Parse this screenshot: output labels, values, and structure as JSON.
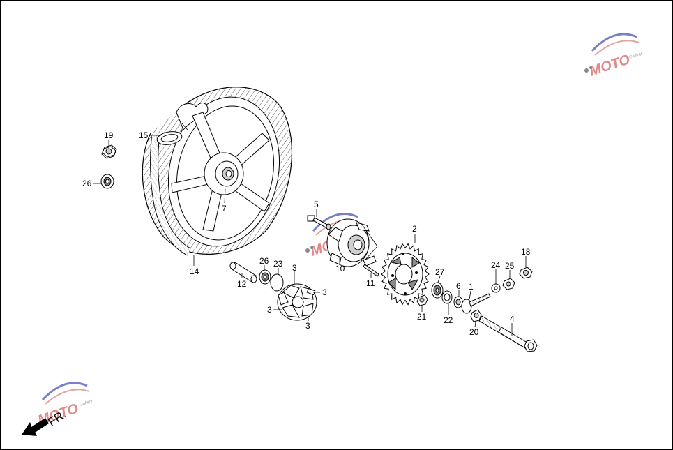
{
  "diagram": {
    "direction_label": "FR.",
    "watermark": {
      "brand": "MOTO",
      "sub": "Gallery",
      "colors": {
        "blue": "#7a7fc8",
        "red": "#e0a6a6",
        "gray": "#9a9a9a"
      }
    },
    "callouts": [
      {
        "id": "p19",
        "label": "19"
      },
      {
        "id": "p15",
        "label": "15"
      },
      {
        "id": "p26a",
        "label": "26"
      },
      {
        "id": "p7",
        "label": "7"
      },
      {
        "id": "p14",
        "label": "14"
      },
      {
        "id": "p5",
        "label": "5"
      },
      {
        "id": "p10",
        "label": "10"
      },
      {
        "id": "p11",
        "label": "11"
      },
      {
        "id": "p12",
        "label": "12"
      },
      {
        "id": "p26b",
        "label": "26"
      },
      {
        "id": "p23",
        "label": "23"
      },
      {
        "id": "p3a",
        "label": "3"
      },
      {
        "id": "p3b",
        "label": "3"
      },
      {
        "id": "p3c",
        "label": "3"
      },
      {
        "id": "p3d",
        "label": "3"
      },
      {
        "id": "p2",
        "label": "2"
      },
      {
        "id": "p27",
        "label": "27"
      },
      {
        "id": "p6",
        "label": "6"
      },
      {
        "id": "p1",
        "label": "1"
      },
      {
        "id": "p21",
        "label": "21"
      },
      {
        "id": "p22",
        "label": "22"
      },
      {
        "id": "p20",
        "label": "20"
      },
      {
        "id": "p24",
        "label": "24"
      },
      {
        "id": "p25",
        "label": "25"
      },
      {
        "id": "p18",
        "label": "18"
      },
      {
        "id": "p4",
        "label": "4"
      }
    ]
  }
}
